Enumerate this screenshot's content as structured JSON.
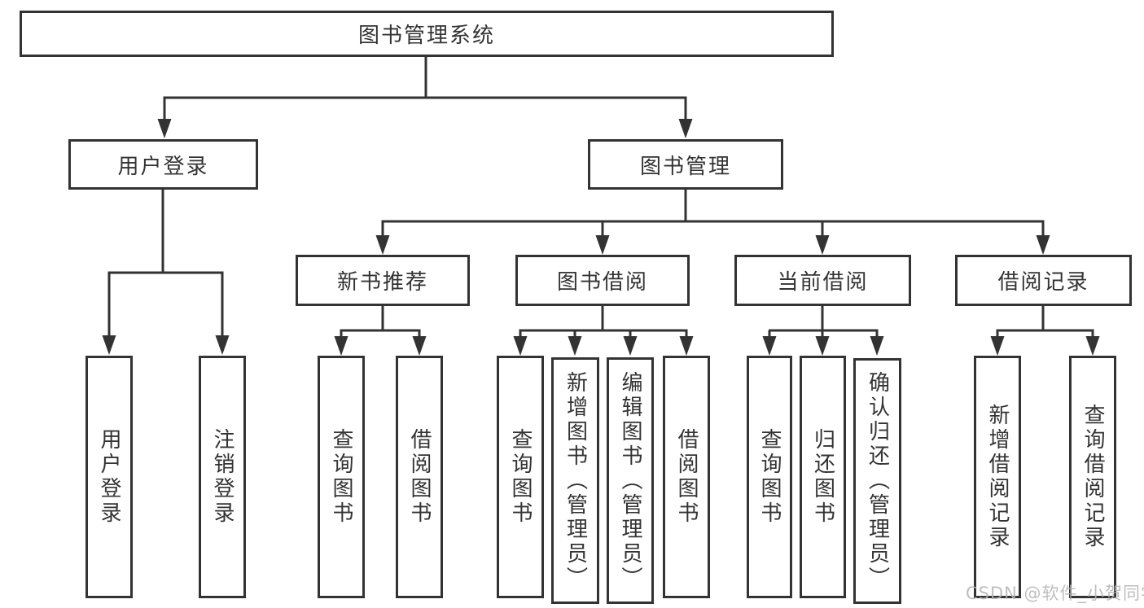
{
  "colors": {
    "line": "#333333",
    "text": "#333333",
    "background": "#ffffff",
    "watermark": "#b3b3b3"
  },
  "tree": {
    "root": "图书管理系统",
    "children": [
      {
        "label": "用户登录",
        "children": [
          "用户登录",
          "注销登录"
        ]
      },
      {
        "label": "图书管理",
        "children": [
          {
            "label": "新书推荐",
            "children": [
              "查询图书",
              "借阅图书"
            ]
          },
          {
            "label": "图书借阅",
            "children": [
              "查询图书",
              "新增图书（管理员）",
              "编辑图书（管理员）",
              "借阅图书"
            ]
          },
          {
            "label": "当前借阅",
            "children": [
              "查询图书",
              "归还图书",
              "确认归还（管理员）"
            ]
          },
          {
            "label": "借阅记录",
            "children": [
              "新增借阅记录",
              "查询借阅记录"
            ]
          }
        ]
      }
    ]
  },
  "watermark": "CSDN @软件_小贺同学"
}
